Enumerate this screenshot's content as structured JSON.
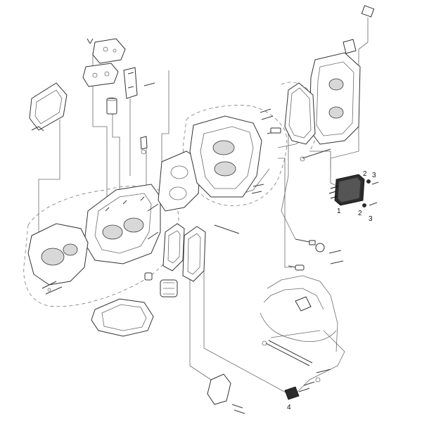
{
  "callouts": {
    "c1": "1",
    "c2a": "2",
    "c3a": "3",
    "c2b": "2",
    "c3b": "3",
    "c4": "4"
  },
  "highlight_part": "ignition-module",
  "colors": {
    "line": "#3a3a3a",
    "highlight": "#2b2b2b",
    "background": "#ffffff"
  }
}
